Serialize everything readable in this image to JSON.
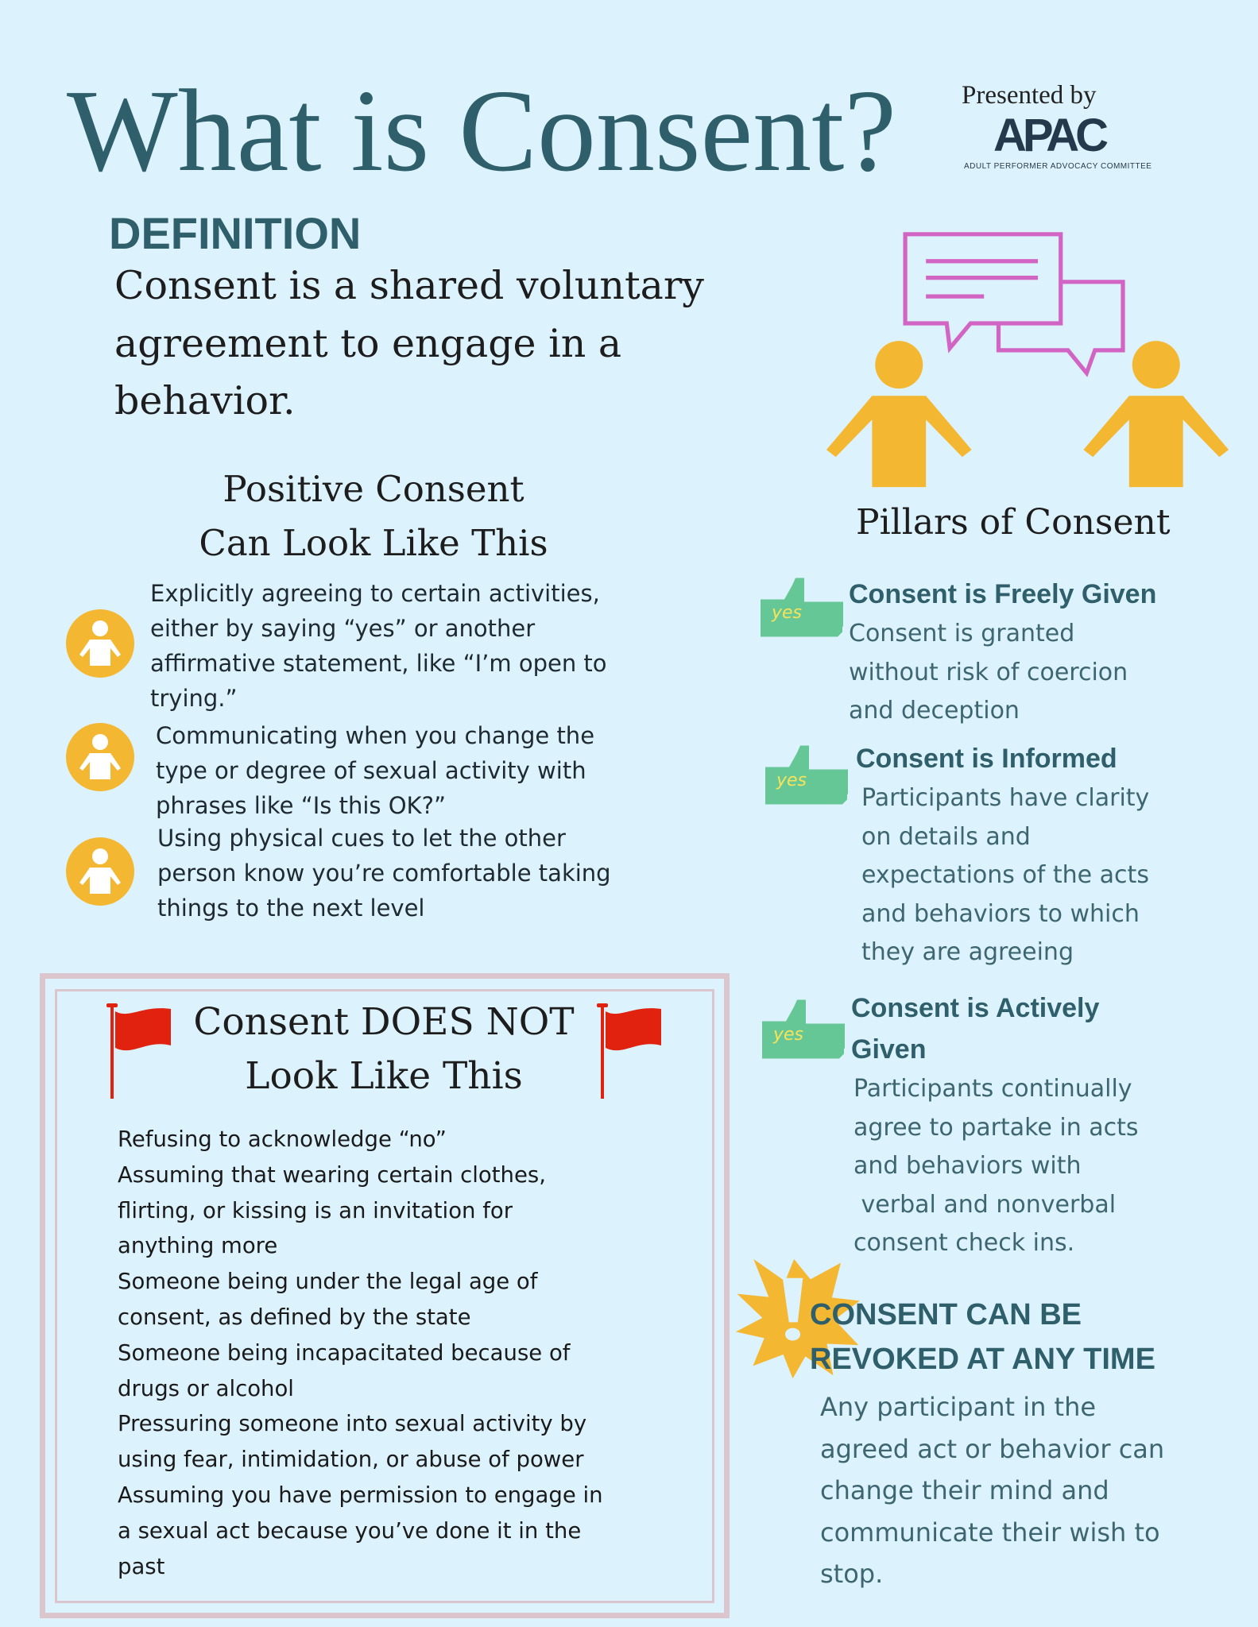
{
  "header": {
    "title": "What is Consent?",
    "presented_by": "Presented by",
    "logo_text": "APAC",
    "logo_subtitle": "ADULT PERFORMER ADVOCACY COMMITTEE"
  },
  "definition": {
    "heading": "DEFINITION",
    "lines": [
      "Consent is a shared voluntary",
      "agreement to engage in a",
      "behavior."
    ]
  },
  "positive": {
    "heading_lines": [
      "Positive Consent",
      "Can Look Like This"
    ],
    "items": [
      {
        "icon": "person-icon",
        "lines": [
          "Explicitly agreeing to certain activities,",
          "either by saying “yes” or another",
          "affirmative statement, like “I’m open to",
          "trying.”"
        ]
      },
      {
        "icon": "person-icon",
        "lines": [
          "Communicating when you change the",
          "type or degree of sexual activity with",
          "phrases like “Is this OK?”"
        ]
      },
      {
        "icon": "person-icon",
        "lines": [
          "Using physical cues to let the other",
          "person know you’re comfortable taking",
          "things to the next level"
        ]
      }
    ]
  },
  "negative": {
    "heading_lines": [
      "Consent DOES NOT",
      "Look Like This"
    ],
    "lines": [
      "Refusing to acknowledge “no”",
      "Assuming that wearing certain clothes,",
      "flirting, or kissing is an invitation for",
      "anything more",
      "Someone being under the legal age of",
      "consent, as defined by the state",
      "Someone being incapacitated because of",
      "drugs or alcohol",
      "Pressuring someone into sexual activity by",
      "using fear, intimidation, or abuse of power",
      "Assuming you have permission to engage in",
      "a sexual act because you’ve done it in the",
      "past"
    ]
  },
  "pillars": {
    "heading": "Pillars of Consent",
    "icon_text": "yes",
    "items": [
      {
        "title_lines": [
          "Consent is Freely Given"
        ],
        "desc_lines": [
          "Consent is granted",
          "without risk of coercion",
          "and deception"
        ]
      },
      {
        "title_lines": [
          "Consent is Informed"
        ],
        "desc_lines": [
          "Participants have clarity",
          "on details and",
          "expectations of the acts",
          "and behaviors to which",
          "they are agreeing"
        ]
      },
      {
        "title_lines": [
          "Consent is Actively",
          "Given"
        ],
        "desc_lines": [
          "Participants continually",
          "agree to partake in acts",
          "and behaviors with",
          " verbal and nonverbal",
          "consent check ins."
        ]
      }
    ]
  },
  "revoke": {
    "title_lines": [
      "CONSENT CAN BE",
      "REVOKED AT ANY TIME"
    ],
    "desc_lines": [
      "Any participant in the",
      "agreed act or behavior can",
      "change their mind and",
      "communicate their wish to",
      "stop."
    ]
  },
  "colors": {
    "background": "#dcf2fd",
    "accent": "#2f5f6b",
    "yellow": "#f4b731",
    "green": "#66c796",
    "pink": "#d264c4",
    "red": "#e0220f"
  }
}
